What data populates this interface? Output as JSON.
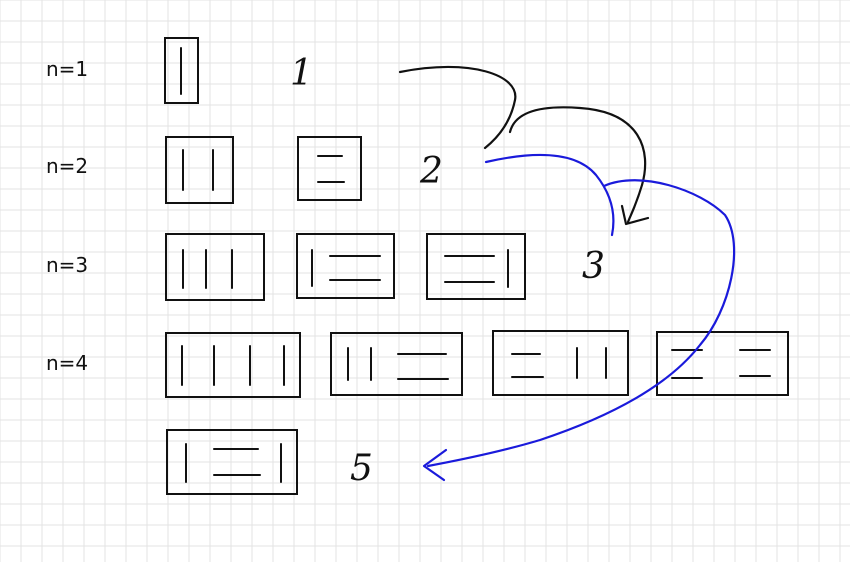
{
  "rows": [
    {
      "label": "n=1",
      "count": "1"
    },
    {
      "label": "n=2",
      "count": "2"
    },
    {
      "label": "n=3",
      "count": "3"
    },
    {
      "label": "n=4",
      "count": ""
    }
  ],
  "extra_count": "5",
  "colors": {
    "ink": "#111111",
    "grid": "#e3e3e3",
    "blue_ink": "#1a1adb"
  }
}
